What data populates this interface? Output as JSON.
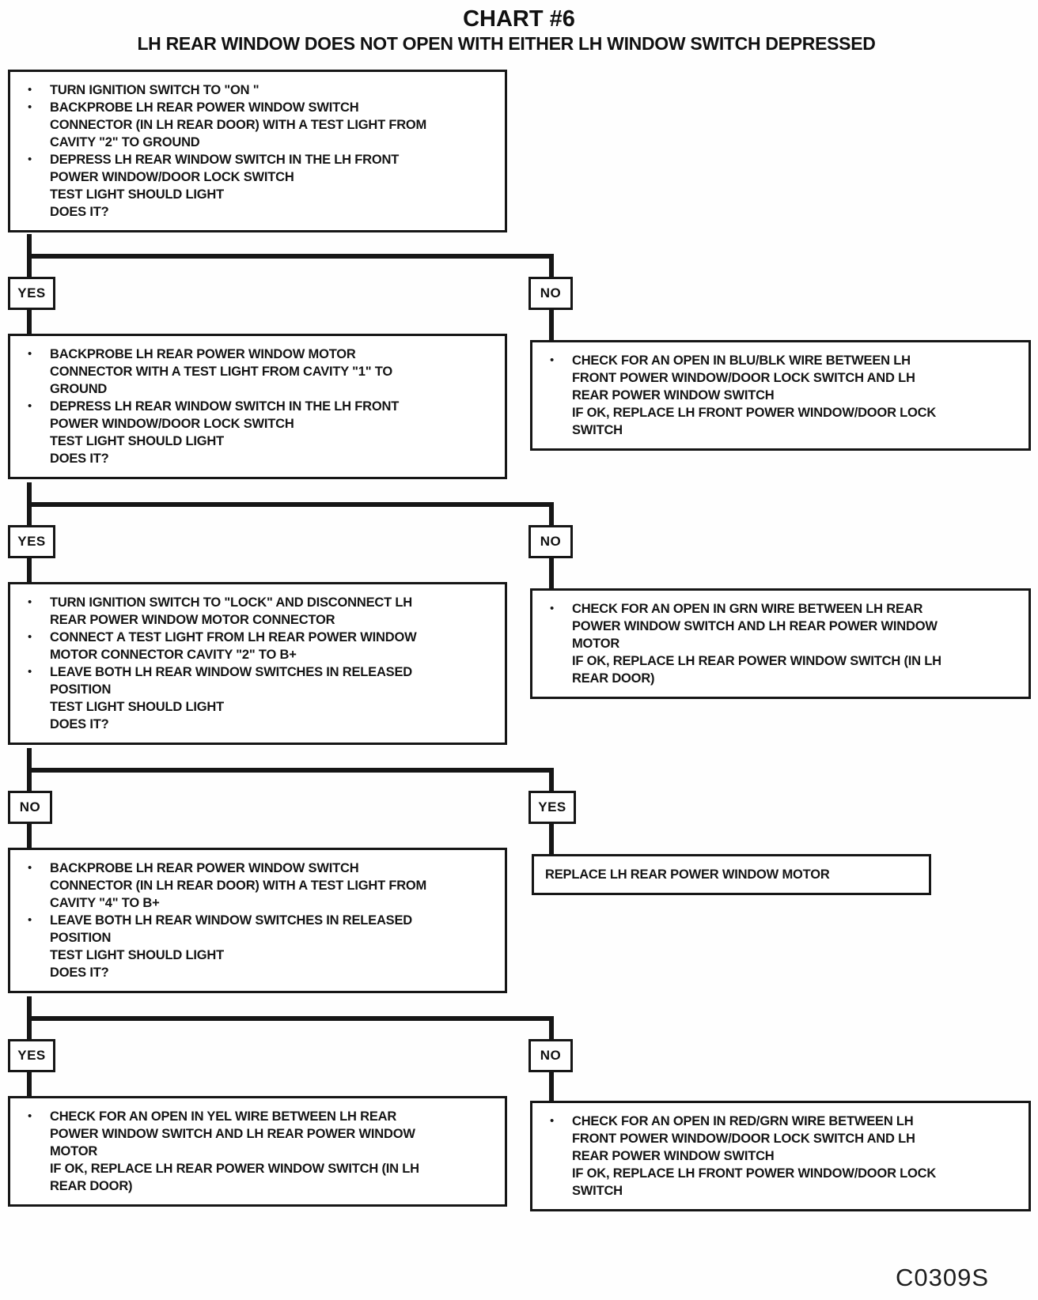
{
  "title": "CHART #6",
  "subtitle": "LH REAR WINDOW DOES NOT OPEN WITH EITHER LH WINDOW SWITCH DEPRESSED",
  "figure_code": "C0309S",
  "decision_labels": [
    {
      "left": "YES",
      "right": "NO"
    },
    {
      "left": "YES",
      "right": "NO"
    },
    {
      "left": "NO",
      "right": "YES"
    },
    {
      "left": "YES",
      "right": "NO"
    }
  ],
  "boxes": {
    "start": {
      "lines": [
        {
          "bullet": true,
          "text": "TURN IGNITION SWITCH TO \"ON \""
        },
        {
          "bullet": true,
          "text": "BACKPROBE LH REAR POWER WINDOW SWITCH"
        },
        {
          "bullet": false,
          "text": "CONNECTOR (IN LH REAR DOOR) WITH A TEST LIGHT FROM"
        },
        {
          "bullet": false,
          "text": "CAVITY \"2\" TO GROUND"
        },
        {
          "bullet": true,
          "text": "DEPRESS LH REAR WINDOW SWITCH IN THE LH FRONT"
        },
        {
          "bullet": false,
          "text": "POWER WINDOW/DOOR LOCK SWITCH"
        },
        {
          "bullet": false,
          "text": "TEST LIGHT SHOULD LIGHT"
        },
        {
          "bullet": false,
          "text": "DOES IT?"
        }
      ]
    },
    "q2_left": {
      "lines": [
        {
          "bullet": true,
          "text": "BACKPROBE LH REAR POWER WINDOW MOTOR"
        },
        {
          "bullet": false,
          "text": "CONNECTOR WITH A TEST LIGHT FROM CAVITY \"1\" TO"
        },
        {
          "bullet": false,
          "text": "GROUND"
        },
        {
          "bullet": true,
          "text": "DEPRESS LH REAR WINDOW SWITCH IN THE LH FRONT"
        },
        {
          "bullet": false,
          "text": "POWER WINDOW/DOOR LOCK SWITCH"
        },
        {
          "bullet": false,
          "text": "TEST LIGHT SHOULD LIGHT"
        },
        {
          "bullet": false,
          "text": "DOES IT?"
        }
      ]
    },
    "a2_right": {
      "lines": [
        {
          "bullet": true,
          "text": "CHECK FOR AN OPEN IN BLU/BLK WIRE BETWEEN LH"
        },
        {
          "bullet": false,
          "text": "FRONT POWER WINDOW/DOOR LOCK SWITCH AND LH"
        },
        {
          "bullet": false,
          "text": "REAR POWER WINDOW SWITCH"
        },
        {
          "bullet": false,
          "text": "IF OK, REPLACE LH FRONT POWER WINDOW/DOOR LOCK"
        },
        {
          "bullet": false,
          "text": "SWITCH"
        }
      ]
    },
    "q3_left": {
      "lines": [
        {
          "bullet": true,
          "text": "TURN IGNITION SWITCH TO \"LOCK\" AND DISCONNECT LH"
        },
        {
          "bullet": false,
          "text": "REAR POWER WINDOW MOTOR CONNECTOR"
        },
        {
          "bullet": true,
          "text": "CONNECT A TEST LIGHT FROM LH REAR POWER WINDOW"
        },
        {
          "bullet": false,
          "text": "MOTOR CONNECTOR CAVITY \"2\" TO B+"
        },
        {
          "bullet": true,
          "text": "LEAVE BOTH LH REAR WINDOW SWITCHES IN RELEASED"
        },
        {
          "bullet": false,
          "text": "POSITION"
        },
        {
          "bullet": false,
          "text": "TEST LIGHT SHOULD LIGHT"
        },
        {
          "bullet": false,
          "text": "DOES IT?"
        }
      ]
    },
    "a3_right": {
      "lines": [
        {
          "bullet": true,
          "text": "CHECK FOR AN OPEN IN GRN WIRE BETWEEN LH REAR"
        },
        {
          "bullet": false,
          "text": "POWER WINDOW SWITCH AND LH REAR POWER WINDOW"
        },
        {
          "bullet": false,
          "text": "MOTOR"
        },
        {
          "bullet": false,
          "text": "IF OK, REPLACE LH REAR POWER WINDOW SWITCH (IN LH"
        },
        {
          "bullet": false,
          "text": "REAR DOOR)"
        }
      ]
    },
    "q4_left": {
      "lines": [
        {
          "bullet": true,
          "text": "BACKPROBE LH REAR POWER WINDOW SWITCH"
        },
        {
          "bullet": false,
          "text": "CONNECTOR (IN LH REAR DOOR) WITH A TEST LIGHT FROM"
        },
        {
          "bullet": false,
          "text": "CAVITY \"4\" TO B+"
        },
        {
          "bullet": true,
          "text": "LEAVE BOTH LH REAR WINDOW SWITCHES IN RELEASED"
        },
        {
          "bullet": false,
          "text": "POSITION"
        },
        {
          "bullet": false,
          "text": "TEST LIGHT SHOULD LIGHT"
        },
        {
          "bullet": false,
          "text": "DOES IT?"
        }
      ]
    },
    "a4_right": {
      "indent": false,
      "lines": [
        {
          "bullet": false,
          "text": "REPLACE LH REAR POWER WINDOW MOTOR"
        }
      ]
    },
    "a5_left": {
      "lines": [
        {
          "bullet": true,
          "text": "CHECK FOR AN OPEN IN YEL WIRE BETWEEN LH REAR"
        },
        {
          "bullet": false,
          "text": "POWER WINDOW SWITCH AND LH REAR POWER WINDOW"
        },
        {
          "bullet": false,
          "text": "MOTOR"
        },
        {
          "bullet": false,
          "text": "IF OK, REPLACE LH REAR POWER WINDOW SWITCH (IN LH"
        },
        {
          "bullet": false,
          "text": "REAR DOOR)"
        }
      ]
    },
    "a5_right": {
      "lines": [
        {
          "bullet": true,
          "text": "CHECK FOR AN OPEN IN RED/GRN WIRE BETWEEN LH"
        },
        {
          "bullet": false,
          "text": "FRONT POWER WINDOW/DOOR LOCK SWITCH AND LH"
        },
        {
          "bullet": false,
          "text": "REAR POWER WINDOW SWITCH"
        },
        {
          "bullet": false,
          "text": "IF OK, REPLACE LH FRONT POWER WINDOW/DOOR LOCK"
        },
        {
          "bullet": false,
          "text": "SWITCH"
        }
      ]
    }
  }
}
